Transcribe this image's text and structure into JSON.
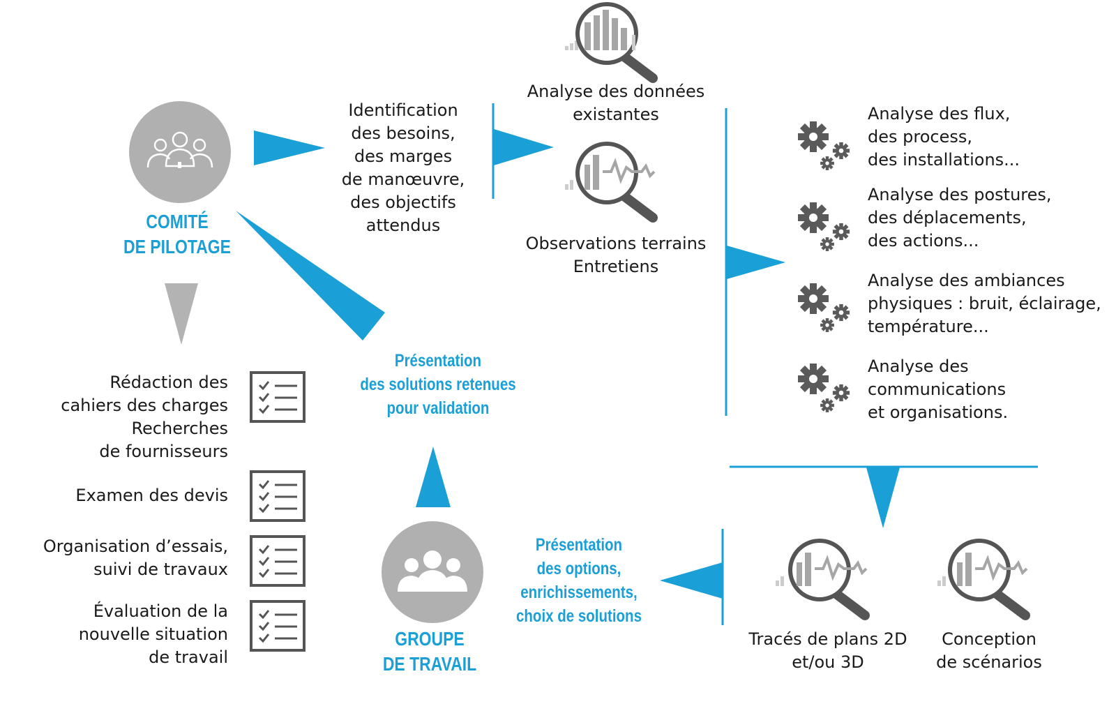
{
  "comite": {
    "label": "COMITÉ\nDE PILOTAGE"
  },
  "groupe": {
    "label": "GROUPE\nDE TRAVAIL"
  },
  "besoins": {
    "text": "Identification\ndes besoins,\ndes marges\nde manœuvre,\ndes objectifs\nattendus"
  },
  "sources": [
    {
      "text": "Analyse des données\nexistantes",
      "icon": "bar-chart-magnifier-icon"
    },
    {
      "text": "Observations terrains\nEntretiens",
      "icon": "signal-chart-magnifier-icon"
    }
  ],
  "analyses": [
    {
      "text": "Analyse des flux,\ndes process,\ndes installations...",
      "icon": "gears-icon"
    },
    {
      "text": "Analyse des postures,\ndes déplacements,\ndes actions...",
      "icon": "gears-icon"
    },
    {
      "text": "Analyse des ambiances\nphysiques : bruit, éclairage,\ntempérature...",
      "icon": "gears-icon"
    },
    {
      "text": "Analyse des\ncommunications\net organisations.",
      "icon": "gears-icon"
    }
  ],
  "outputs": [
    {
      "text": "Tracés de plans 2D\net/ou 3D",
      "icon": "signal-chart-magnifier-icon"
    },
    {
      "text": "Conception\nde scénarios",
      "icon": "signal-chart-magnifier-icon"
    }
  ],
  "presentation_options": {
    "text": "Présentation\ndes options,\nenrichissements,\nchoix de solutions"
  },
  "presentation_solutions": {
    "text": "Présentation\ndes solutions retenues\npour validation"
  },
  "tasks": [
    {
      "text": "Rédaction des\ncahiers des charges\nRecherches\nde fournisseurs",
      "icon": "checklist-icon"
    },
    {
      "text": "Examen des devis",
      "icon": "checklist-icon"
    },
    {
      "text": "Organisation d’essais,\nsuivi de travaux",
      "icon": "checklist-icon"
    },
    {
      "text": "Évaluation de la\nnouvelle situation\nde travail",
      "icon": "checklist-icon"
    }
  ],
  "colors": {
    "blue": "#1a9fd6",
    "gray": "#b3b3b3",
    "dark_gray": "#5a5a5a",
    "circle": "#b0b0b0"
  }
}
